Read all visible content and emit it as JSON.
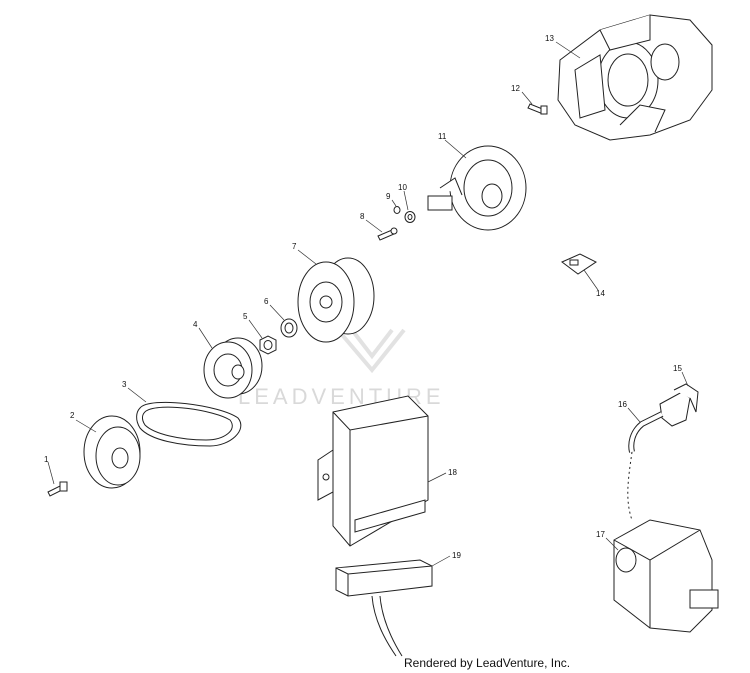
{
  "watermark": "LEADVENTURE",
  "credit": "Rendered by LeadVenture, Inc.",
  "callouts": {
    "c1": "1",
    "c2": "2",
    "c3": "3",
    "c4": "4",
    "c5": "5",
    "c6": "6",
    "c7": "7",
    "c8": "8",
    "c9": "9",
    "c10": "10",
    "c11": "11",
    "c12": "12",
    "c13": "13",
    "c14": "14",
    "c15": "15",
    "c16": "16",
    "c17": "17",
    "c18": "18",
    "c19": "19"
  }
}
